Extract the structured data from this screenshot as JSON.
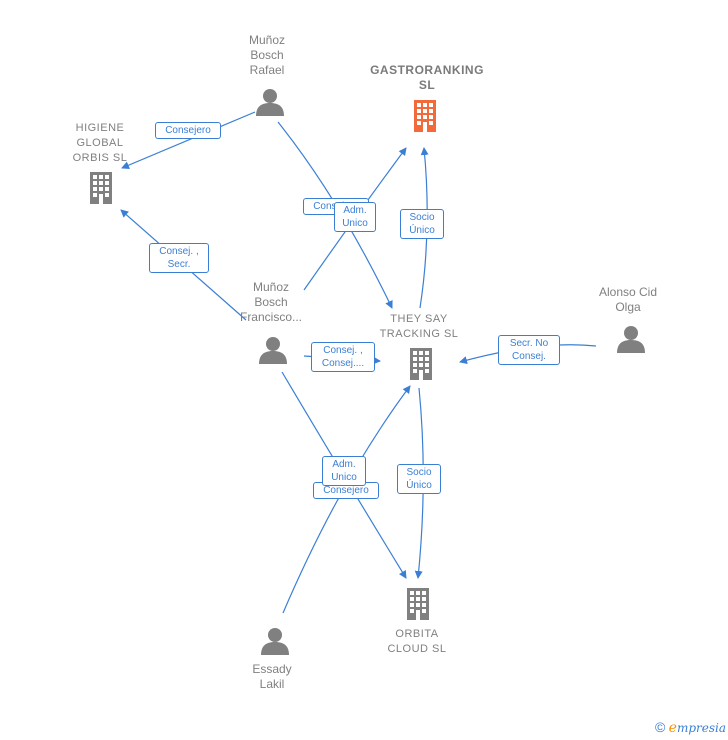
{
  "colors": {
    "edge": "#3b7fd4",
    "focus_company": "#f26a3a",
    "entity": "#808080"
  },
  "nodes": {
    "gastroranking": {
      "name": "GASTRORANKING\nSL",
      "icon": "building-icon"
    },
    "higiene": {
      "name": "HIGIENE\nGLOBAL\nORBIS  SL",
      "icon": "building-icon"
    },
    "theysay": {
      "name": "THEY SAY\nTRACKING  SL",
      "icon": "building-icon"
    },
    "orbita": {
      "name": "ORBITA\nCLOUD  SL",
      "icon": "building-icon"
    },
    "rafael": {
      "name": "Muñoz\nBosch\nRafael",
      "icon": "person-icon"
    },
    "francisco": {
      "name": "Muñoz\nBosch\nFrancisco...",
      "icon": "person-icon"
    },
    "alonso": {
      "name": "Alonso Cid\nOlga",
      "icon": "person-icon"
    },
    "essady": {
      "name": "Essady\nLakil",
      "icon": "person-icon"
    }
  },
  "edge_labels": {
    "rafael_higiene": "Consejero",
    "francisco_higiene": "Consej. ,\nSecr.",
    "rafael_theysay": "Consejero",
    "francisco_gastro": "Adm.\nUnico",
    "theysay_gastro": "Socio\nÚnico",
    "francisco_theysay": "Consej. ,\nConsej....",
    "alonso_theysay": "Secr.  No\nConsej.",
    "essady_theysay": "Adm.\nUnico",
    "francisco_orbita": "Consejero",
    "theysay_orbita": "Socio\nÚnico"
  },
  "brand": {
    "copyright": "©",
    "e": "e",
    "rest": "mpresia"
  }
}
